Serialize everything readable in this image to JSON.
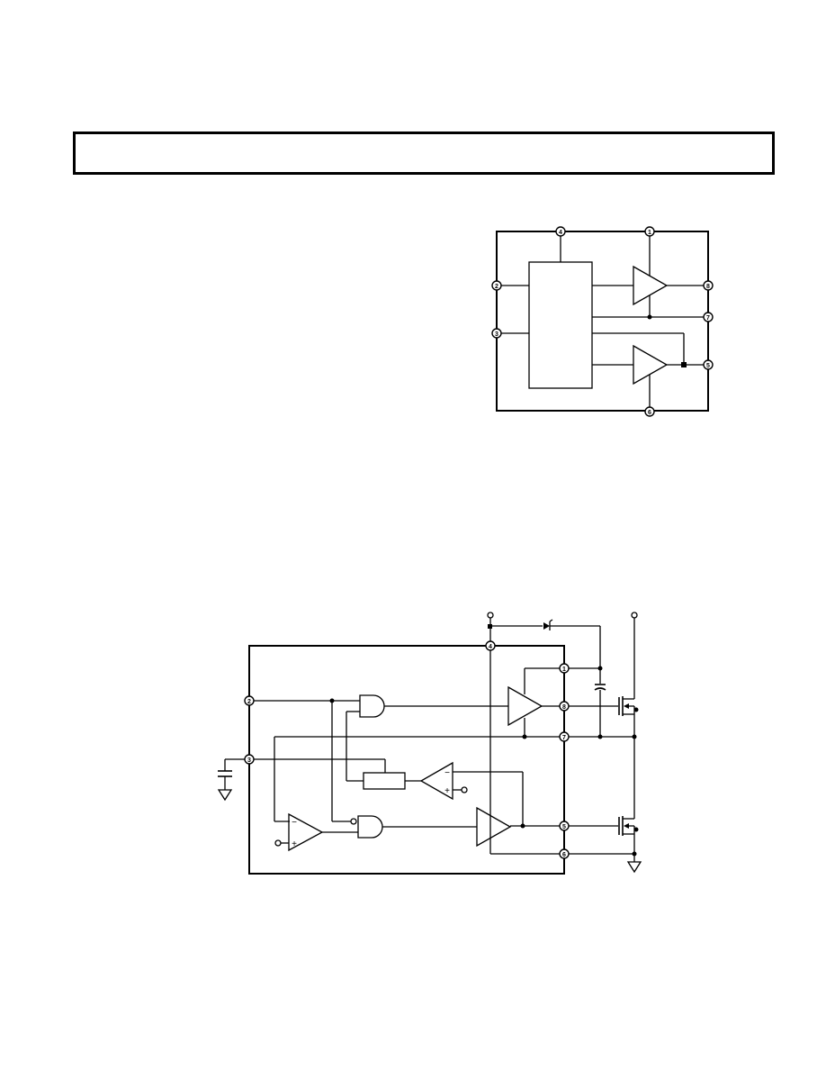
{
  "header": {
    "title": ""
  },
  "block_diagram": {
    "pins": [
      {
        "label": "4"
      },
      {
        "label": "1"
      },
      {
        "label": "2"
      },
      {
        "label": "3"
      },
      {
        "label": "8"
      },
      {
        "label": "7"
      },
      {
        "label": "5"
      },
      {
        "label": "6"
      }
    ]
  },
  "application_circuit": {
    "pins": [
      {
        "label": "4"
      },
      {
        "label": "1"
      },
      {
        "label": "2"
      },
      {
        "label": "8"
      },
      {
        "label": "7"
      },
      {
        "label": "3"
      },
      {
        "label": "5"
      },
      {
        "label": "6"
      }
    ],
    "opamp_signs": {
      "upper_minus": "−",
      "upper_plus": "+",
      "lower_minus": "−",
      "lower_plus": "+"
    }
  }
}
